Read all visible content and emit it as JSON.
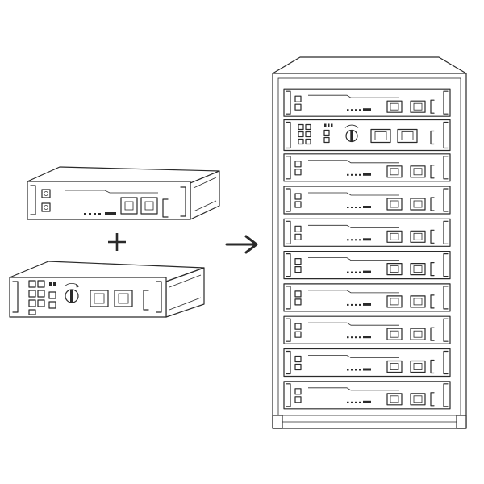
{
  "diagram": {
    "operators": {
      "plus": "+",
      "arrow": "→"
    },
    "left_units": [
      {
        "kind": "battery-module"
      },
      {
        "kind": "control-module"
      }
    ],
    "cabinet": {
      "slots": [
        {
          "kind": "battery-module"
        },
        {
          "kind": "control-module"
        },
        {
          "kind": "battery-module"
        },
        {
          "kind": "battery-module"
        },
        {
          "kind": "battery-module"
        },
        {
          "kind": "battery-module"
        },
        {
          "kind": "battery-module"
        },
        {
          "kind": "battery-module"
        },
        {
          "kind": "battery-module"
        },
        {
          "kind": "battery-module"
        }
      ]
    },
    "colors": {
      "line": "#2a2a2a",
      "fill": "#ffffff"
    }
  }
}
